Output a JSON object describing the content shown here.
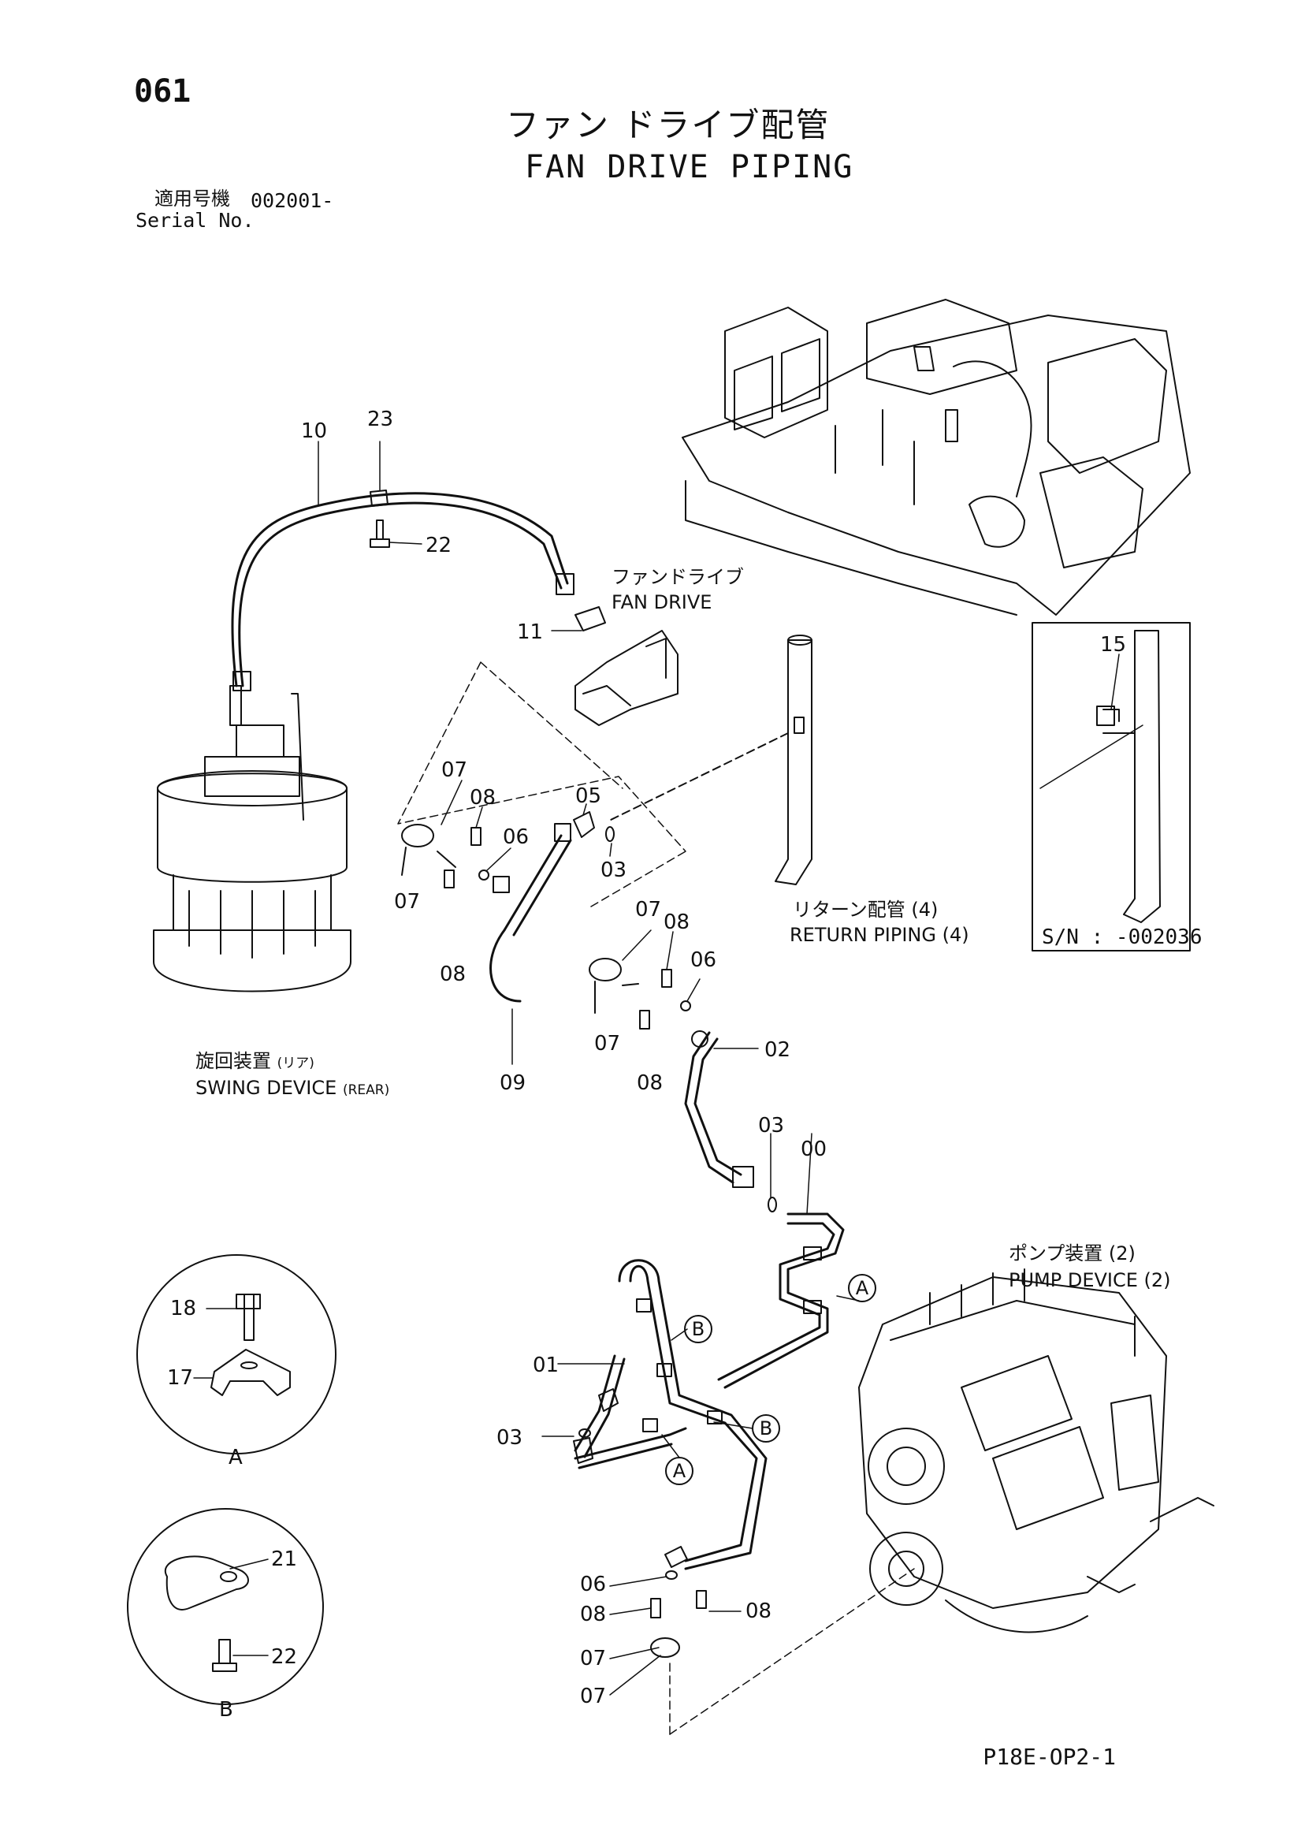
{
  "header": {
    "page_number": "061",
    "title_jp": "ファン ドライブ配管",
    "title_en": "FAN DRIVE PIPING",
    "serial_label_jp": "適用号機",
    "serial_value": "002001-",
    "serial_label_en": "Serial No."
  },
  "captions": {
    "fan_drive_jp": "ファンドライブ",
    "fan_drive_en": "FAN DRIVE",
    "swing_device_jp": "旋回装置",
    "swing_device_jp_note": "(リア)",
    "swing_device_en": "SWING DEVICE",
    "swing_device_en_note": "(REAR)",
    "return_piping_jp": "リターン配管 (4)",
    "return_piping_en": "RETURN PIPING (4)",
    "pump_device_jp": "ポンプ装置 (2)",
    "pump_device_en": "PUMP DEVICE (2)",
    "sn_box": "S/N : -002036",
    "detail_a": "A",
    "detail_b": "B",
    "drawing_code": "P18E-OP2-1"
  },
  "part_labels": [
    {
      "id": "p10",
      "text": "10"
    },
    {
      "id": "p23",
      "text": "23"
    },
    {
      "id": "p22a",
      "text": "22"
    },
    {
      "id": "p11",
      "text": "11"
    },
    {
      "id": "p07a",
      "text": "07"
    },
    {
      "id": "p08a",
      "text": "08"
    },
    {
      "id": "p06a",
      "text": "06"
    },
    {
      "id": "p05",
      "text": "05"
    },
    {
      "id": "p03a",
      "text": "03"
    },
    {
      "id": "p07b",
      "text": "07"
    },
    {
      "id": "p08b",
      "text": "08"
    },
    {
      "id": "p09",
      "text": "09"
    },
    {
      "id": "p07c",
      "text": "07"
    },
    {
      "id": "p08c",
      "text": "08"
    },
    {
      "id": "p06b",
      "text": "06"
    },
    {
      "id": "p02",
      "text": "02"
    },
    {
      "id": "p07d",
      "text": "07"
    },
    {
      "id": "p08d",
      "text": "08"
    },
    {
      "id": "p03b",
      "text": "03"
    },
    {
      "id": "p00",
      "text": "00"
    },
    {
      "id": "p15",
      "text": "15"
    },
    {
      "id": "p18",
      "text": "18"
    },
    {
      "id": "p17",
      "text": "17"
    },
    {
      "id": "p21",
      "text": "21"
    },
    {
      "id": "p22b",
      "text": "22"
    },
    {
      "id": "p01",
      "text": "01"
    },
    {
      "id": "p03c",
      "text": "03"
    },
    {
      "id": "p06c",
      "text": "06"
    },
    {
      "id": "p08e",
      "text": "08"
    },
    {
      "id": "p08f",
      "text": "08"
    },
    {
      "id": "p07e",
      "text": "07"
    },
    {
      "id": "p07f",
      "text": "07"
    }
  ],
  "callout_letters": {
    "a": "A",
    "b": "B"
  }
}
